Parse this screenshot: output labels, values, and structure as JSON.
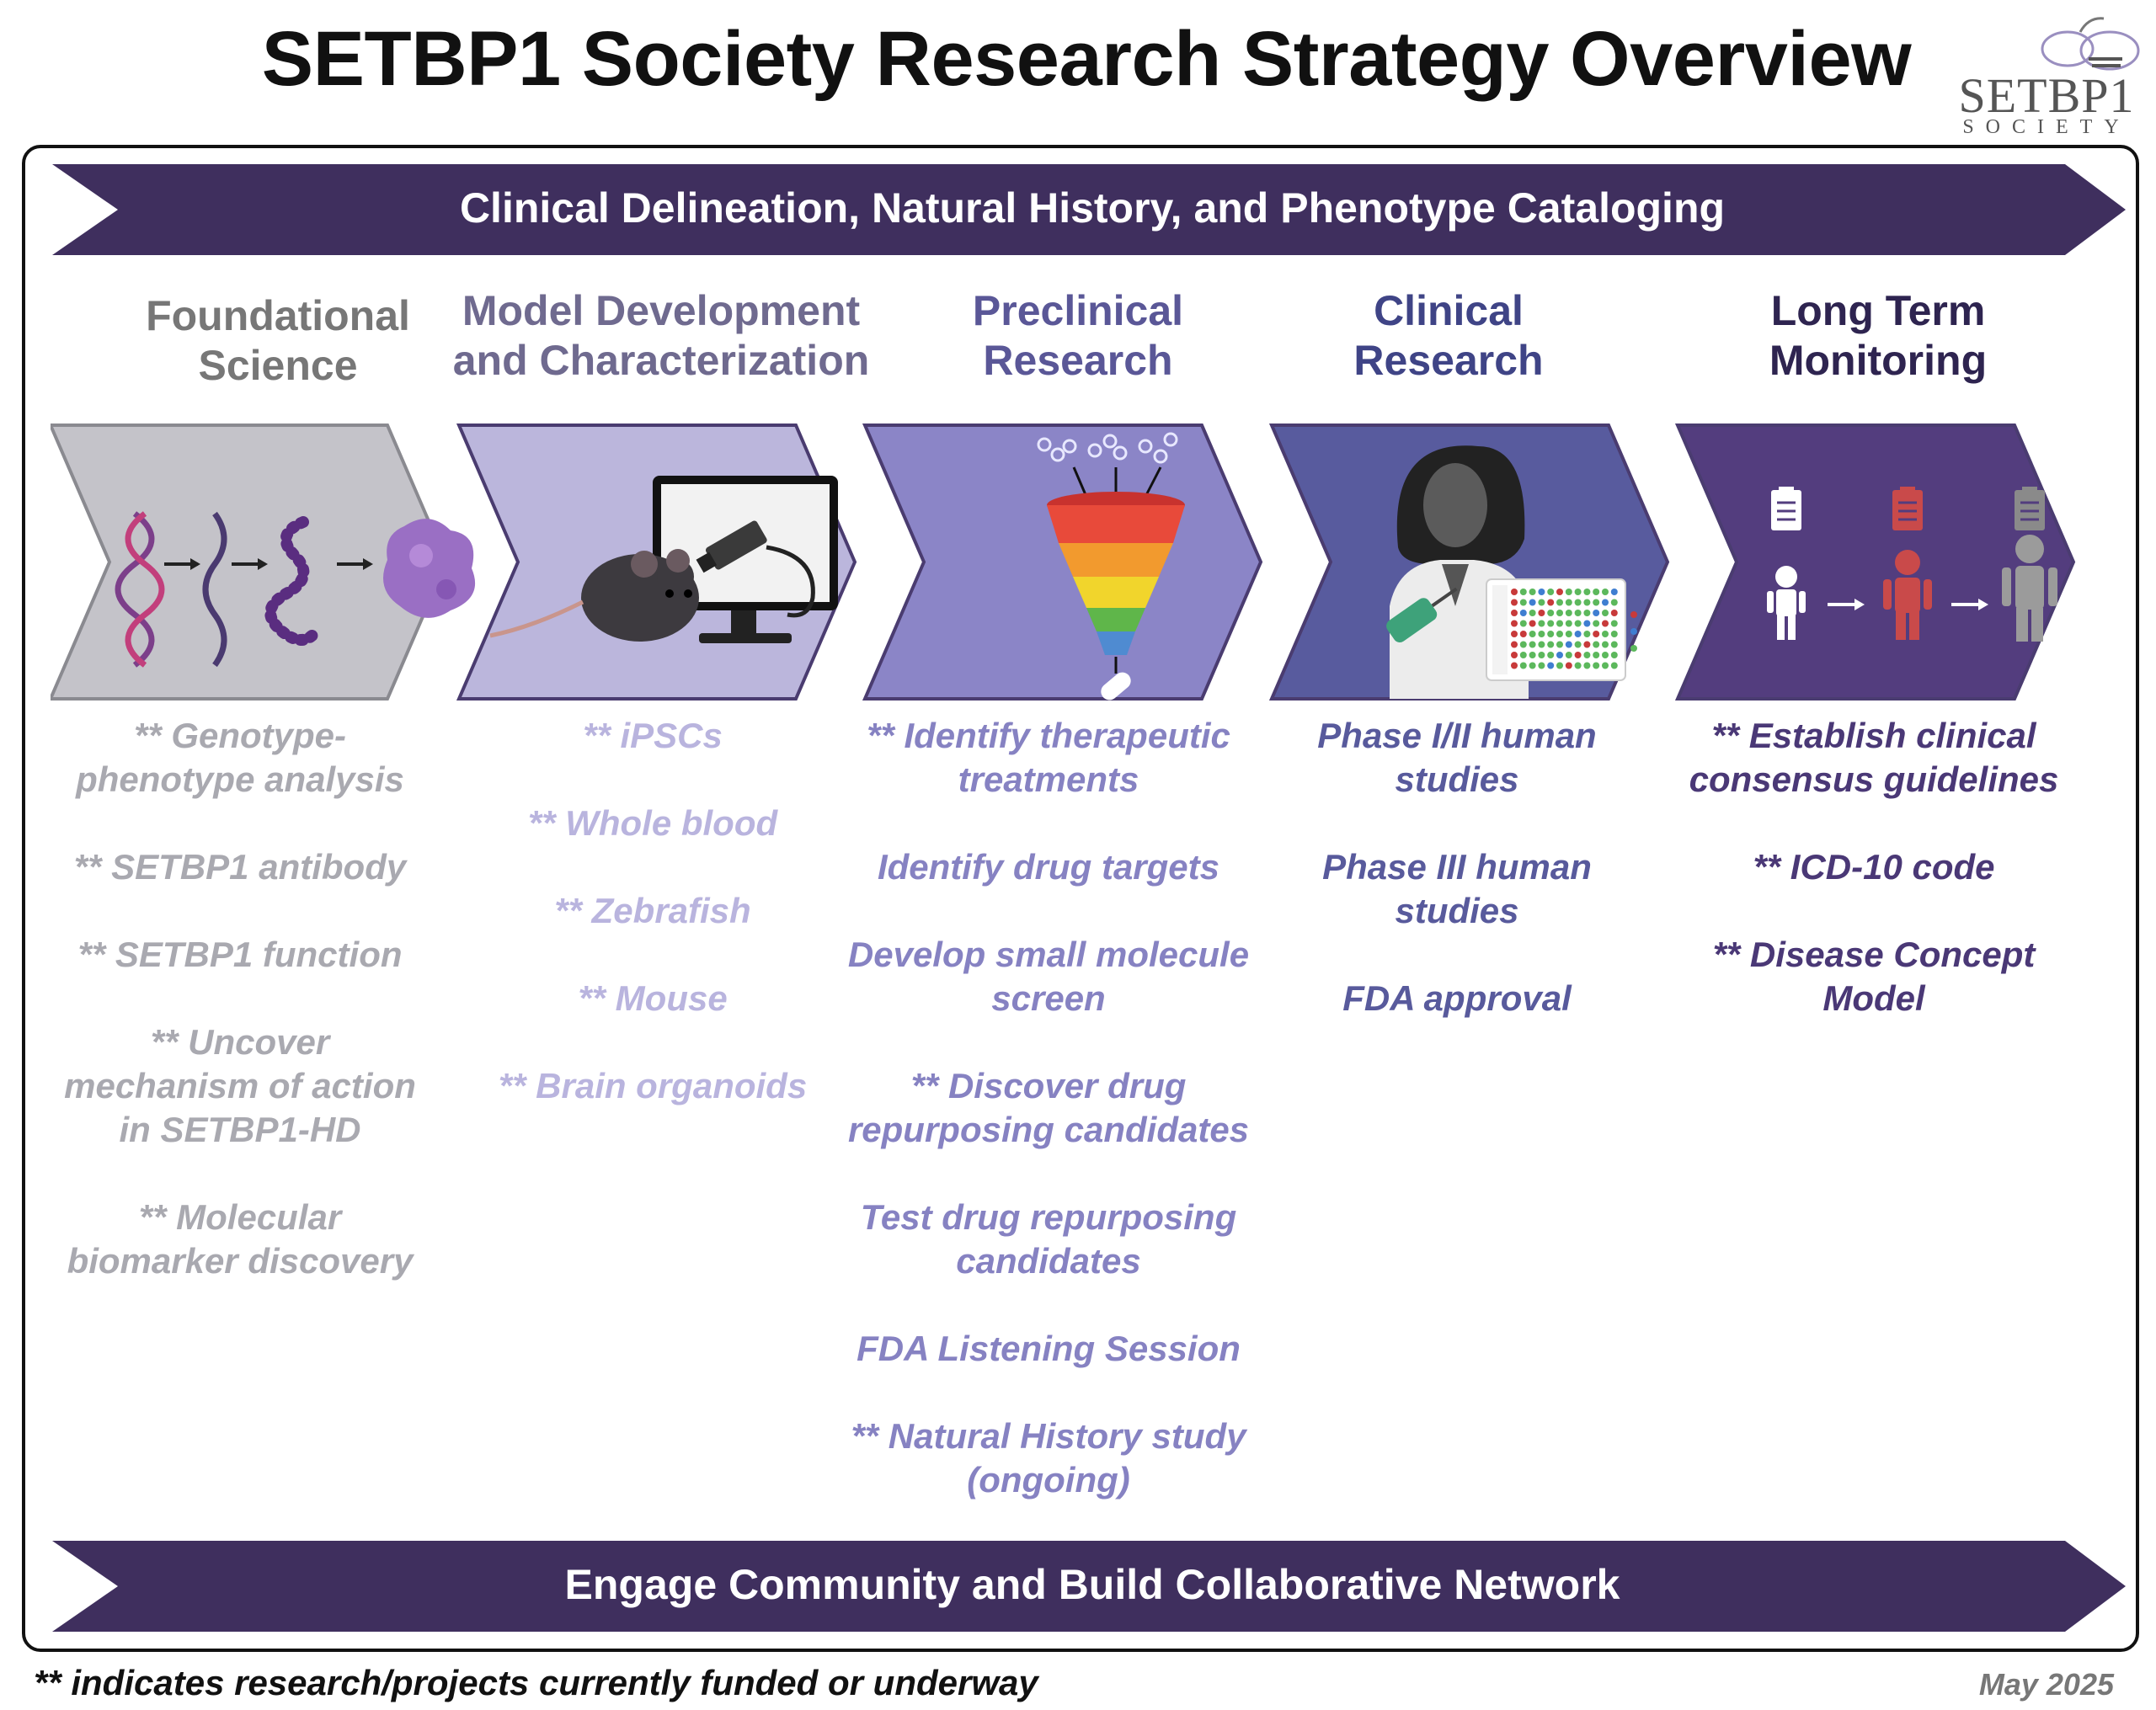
{
  "title": "SETBP1 Society Research Strategy Overview",
  "logo": {
    "word": "SETBP1",
    "sub": "SOCIETY"
  },
  "top_banner": "Clinical Delineation, Natural History, and Phenotype Cataloging",
  "bottom_banner": "Engage Community and Build Collaborative Network",
  "colors": {
    "banner": "#3f2f5e",
    "stage1": "#c4c3c9",
    "stage2": "#bbb6dc",
    "stage3": "#8b85c7",
    "stage4": "#585b9e",
    "stage5": "#533d7e",
    "text1": "#a9a9b0",
    "text2": "#b9b4de",
    "text3": "#8682c2",
    "text4": "#585a9c",
    "text5": "#4a3876"
  },
  "stages": [
    {
      "title": "Foundational Science",
      "items": [
        "** Genotype-phenotype analysis",
        "** SETBP1 antibody",
        "** SETBP1 function",
        "** Uncover mechanism of action in SETBP1-HD",
        "** Molecular biomarker discovery"
      ]
    },
    {
      "title": "Model Development and Characterization",
      "items": [
        "** iPSCs",
        "** Whole blood",
        "** Zebrafish",
        "** Mouse",
        "** Brain organoids"
      ]
    },
    {
      "title": "Preclinical Research",
      "items": [
        "** Identify therapeutic treatments",
        "Identify drug targets",
        "Develop small molecule screen",
        "** Discover drug repurposing candidates",
        "Test drug repurposing candidates",
        "FDA Listening Session",
        "** Natural History study (ongoing)"
      ]
    },
    {
      "title": "Clinical Research",
      "items": [
        "Phase I/II human studies",
        "Phase III human studies",
        "FDA approval"
      ]
    },
    {
      "title": "Long Term Monitoring",
      "items": [
        "** Establish clinical consensus guidelines",
        "** ICD-10 code",
        "** Disease Concept Model"
      ]
    }
  ],
  "footnote": "** indicates research/projects currently funded or underway",
  "date": "May 2025"
}
